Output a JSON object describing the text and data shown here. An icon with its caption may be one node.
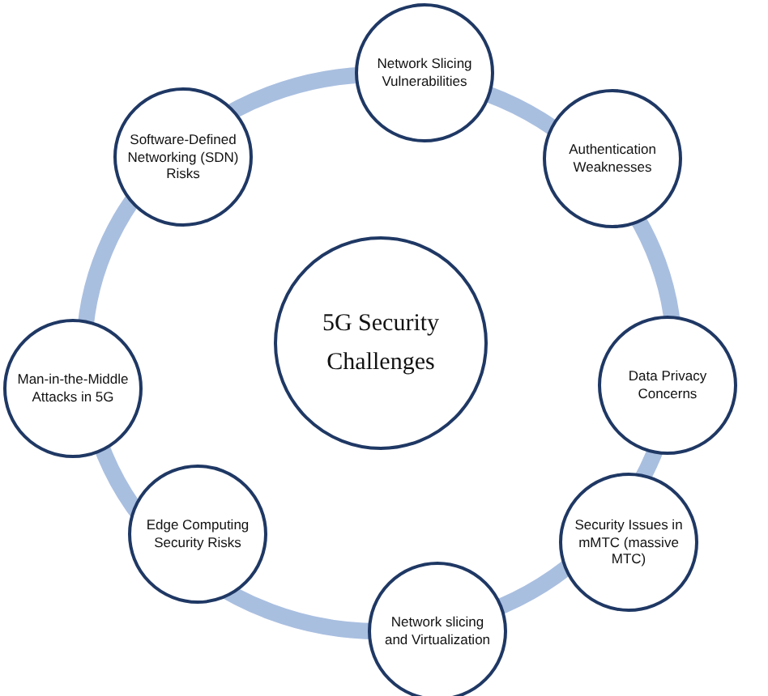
{
  "diagram": {
    "nodes": [
      {
        "text": [
          "5G Security Challenges"
        ]
      },
      {
        "text": [
          "Network Slicing Vulnerabilities"
        ]
      },
      {
        "text": [
          "Authentication Weaknesses"
        ]
      },
      {
        "text": [
          "Data Privacy Concerns"
        ]
      },
      {
        "text": [
          "Security Issues in mMTC (massive MTC)"
        ]
      },
      {
        "text": [
          "Network slicing and Virtualization"
        ]
      },
      {
        "text": [
          "Edge Computing Security Risks"
        ]
      },
      {
        "text": [
          "Man-in-the-Middle Attacks in 5G"
        ]
      },
      {
        "text": [
          "Software-Defined Networking (SDN) Risks"
        ]
      }
    ]
  }
}
